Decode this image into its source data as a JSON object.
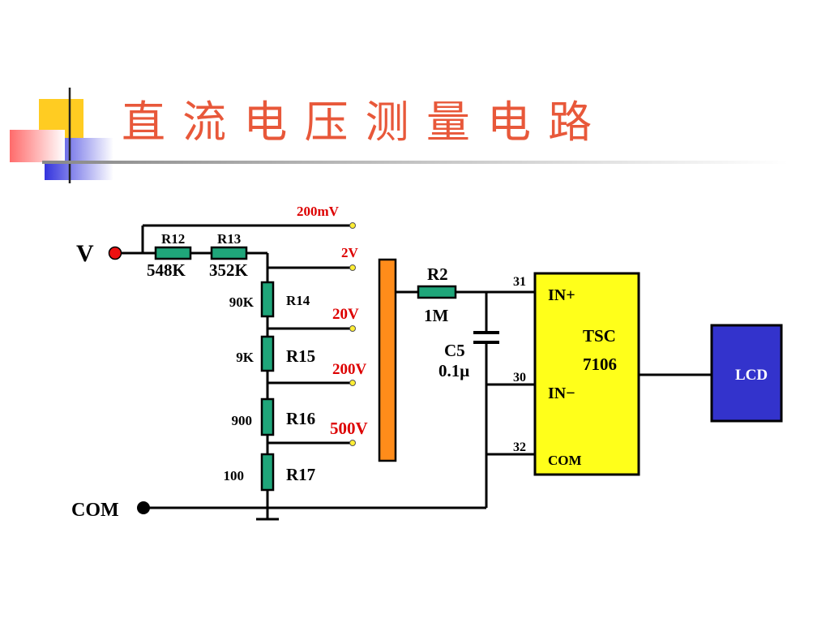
{
  "title": "直 流 电 压 测 量 电 路",
  "colors": {
    "title": "#e8583a",
    "resistor": "#1fa67a",
    "switch_bar": "#ff8c1a",
    "chip": "#ffff1a",
    "lcd": "#3333cc",
    "range_label": "#dd0000",
    "input_terminal": "#ee1111",
    "tap": "#ffee33"
  },
  "input": {
    "label": "V"
  },
  "ground": {
    "label": "COM"
  },
  "resistors": {
    "r12": {
      "name": "R12",
      "value": "548K"
    },
    "r13": {
      "name": "R13",
      "value": "352K"
    },
    "r14": {
      "name": "R14",
      "value": "90K"
    },
    "r15": {
      "name": "R15",
      "value": "9K"
    },
    "r16": {
      "name": "R16",
      "value": "900"
    },
    "r17": {
      "name": "R17",
      "value": "100"
    },
    "r2": {
      "name": "R2",
      "value": "1M"
    }
  },
  "capacitor": {
    "name": "C5",
    "value": "0.1μ"
  },
  "ranges": [
    "200mV",
    "2V",
    "20V",
    "200V",
    "500V"
  ],
  "chip": {
    "line1": "TSC",
    "line2": "7106",
    "pins": [
      {
        "number": "31",
        "label": "IN+"
      },
      {
        "number": "30",
        "label": "IN−"
      },
      {
        "number": "32",
        "label": "COM"
      }
    ]
  },
  "display": {
    "label": "LCD"
  }
}
